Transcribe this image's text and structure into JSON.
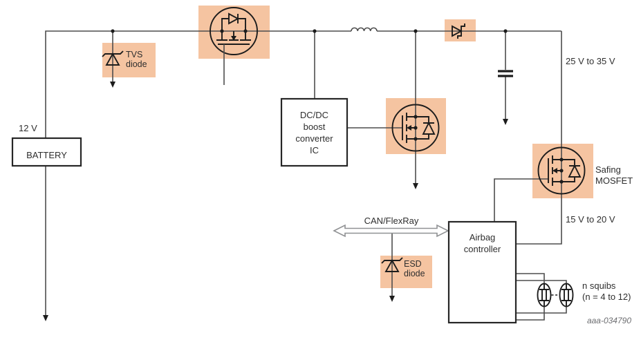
{
  "figure": {
    "ref": "aaa-034790"
  },
  "colors": {
    "highlight": "#f5c4a1",
    "wire": "#4d4d4d",
    "symbol": "#1c1c1c",
    "bus_outline": "#8f9193",
    "ref_text": "#6d6e71"
  },
  "labels": {
    "battery_voltage": "12 V",
    "battery": "BATTERY",
    "tvs": {
      "l1": "TVS",
      "l2": "diode"
    },
    "boost": {
      "l1": "DC/DC",
      "l2": "boost",
      "l3": "converter",
      "l4": "IC"
    },
    "boost_rail": "25 V to 35 V",
    "safing_rail": "15 V to 20 V",
    "safing": {
      "l1": "Safing",
      "l2": "MOSFET"
    },
    "bus": "CAN/FlexRay",
    "esd": {
      "l1": "ESD",
      "l2": "diode"
    },
    "controller": {
      "l1": "Airbag",
      "l2": "controller"
    },
    "squibs": {
      "l1": "n squibs",
      "l2": "(n = 4 to 12)"
    }
  }
}
